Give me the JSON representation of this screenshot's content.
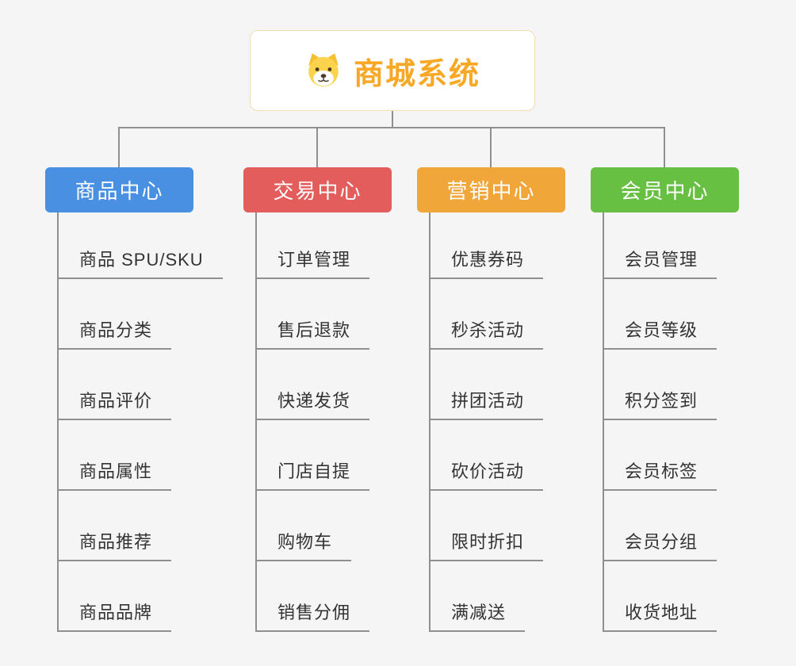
{
  "background": "#f5f5f5",
  "root": {
    "title": "商城系统",
    "icon": "dog-icon",
    "text_color": "#f9a825"
  },
  "connector_color": "#8f8f8f",
  "branches": [
    {
      "label": "商品中心",
      "color": "#4a90e2",
      "children": [
        "商品 SPU/SKU",
        "商品分类",
        "商品评价",
        "商品属性",
        "商品推荐",
        "商品品牌"
      ]
    },
    {
      "label": "交易中心",
      "color": "#e35d5d",
      "children": [
        "订单管理",
        "售后退款",
        "快递发货",
        "门店自提",
        "购物车",
        "销售分佣"
      ]
    },
    {
      "label": "营销中心",
      "color": "#f0a639",
      "children": [
        "优惠券码",
        "秒杀活动",
        "拼团活动",
        "砍价活动",
        "限时折扣",
        "满减送"
      ]
    },
    {
      "label": "会员中心",
      "color": "#68c043",
      "children": [
        "会员管理",
        "会员等级",
        "积分签到",
        "会员标签",
        "会员分组",
        "收货地址"
      ]
    }
  ]
}
